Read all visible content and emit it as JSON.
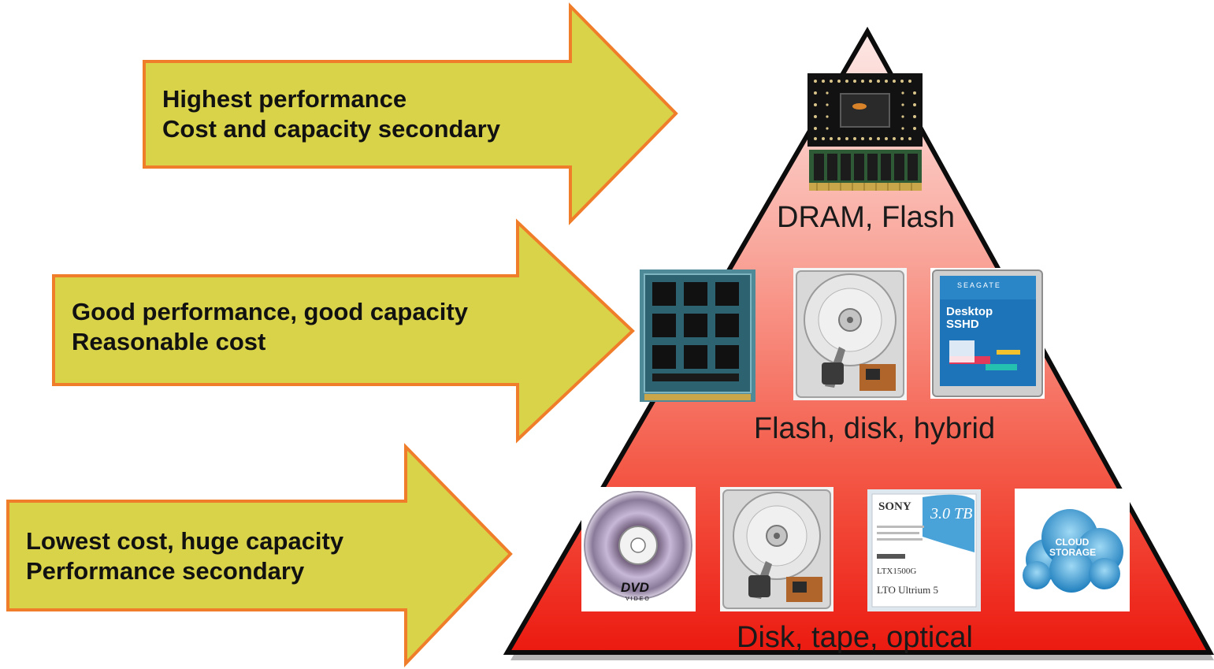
{
  "arrows": [
    {
      "line1": "Highest performance",
      "line2": "Cost and capacity secondary"
    },
    {
      "line1": "Good performance, good capacity",
      "line2": "Reasonable cost"
    },
    {
      "line1": "Lowest cost, huge capacity",
      "line2": "Performance secondary"
    }
  ],
  "tiers": [
    {
      "label": "DRAM, Flash"
    },
    {
      "label": "Flash, disk, hybrid"
    },
    {
      "label": "Disk, tape, optical"
    }
  ],
  "media_text": {
    "seagate_brand": "SEAGATE",
    "seagate_line1": "Desktop",
    "seagate_line2": "SSHD",
    "dvd_logo": "DVD",
    "dvd_sub": "VIDEO",
    "sony_brand": "SONY",
    "sony_capacity": "3.0 TB",
    "sony_model": "LTX1500G",
    "sony_gen": "LTO Ultrium 5",
    "cloud_line1": "CLOUD",
    "cloud_line2": "STORAGE"
  },
  "colors": {
    "arrow_fill": "#d9d34a",
    "arrow_border": "#f07d2a",
    "pyramid_top": "#fde4e2",
    "pyramid_bottom": "#ee1c12"
  }
}
